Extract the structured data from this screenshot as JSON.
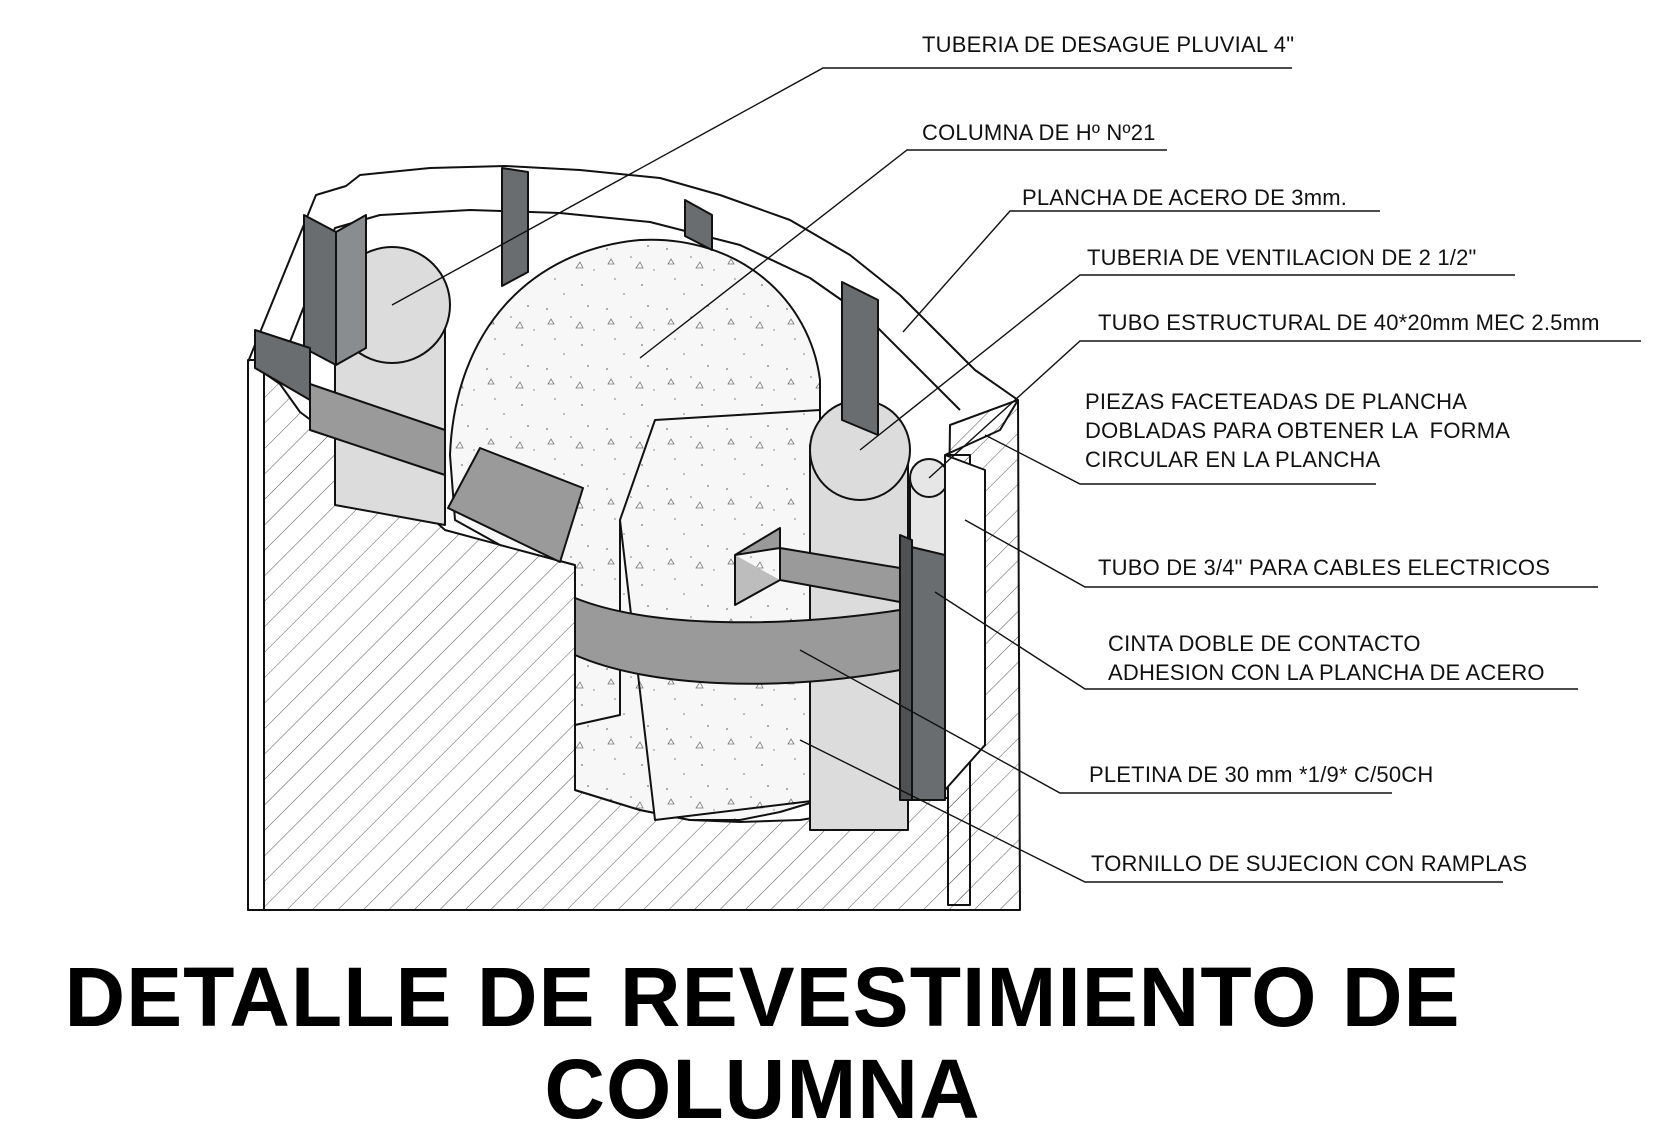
{
  "labels": [
    {
      "text": "TUBERIA DE DESAGUE PLUVIAL 4\""
    },
    {
      "text": "COLUMNA DE Hº Nº21"
    },
    {
      "text": "PLANCHA DE ACERO DE 3mm."
    },
    {
      "text": "TUBERIA DE VENTILACION DE 2 1/2\""
    },
    {
      "text": "TUBO ESTRUCTURAL DE 40*20mm MEC 2.5mm"
    },
    {
      "text": "PIEZAS FACETEADAS DE PLANCHA\nDOBLADAS PARA OBTENER LA  FORMA\nCIRCULAR EN LA PLANCHA"
    },
    {
      "text": "TUBO DE 3/4\" PARA CABLES ELECTRICOS"
    },
    {
      "text": "CINTA DOBLE DE CONTACTO\nADHESION CON LA PLANCHA DE ACERO"
    },
    {
      "text": "PLETINA DE 30 mm *1/9* C/50CH"
    },
    {
      "text": "TORNILLO DE SUJECION CON RAMPLAS"
    }
  ],
  "title": {
    "line1": "DETALLE DE REVESTIMIENTO DE",
    "line2": "COLUMNA"
  },
  "colors": {
    "ink": "#111111",
    "dark_tube": "#6a6d70",
    "pipe_fill": "#dcdcdc",
    "band_fill": "#9a9a9a",
    "concrete_fill": "#f7f7f7"
  }
}
